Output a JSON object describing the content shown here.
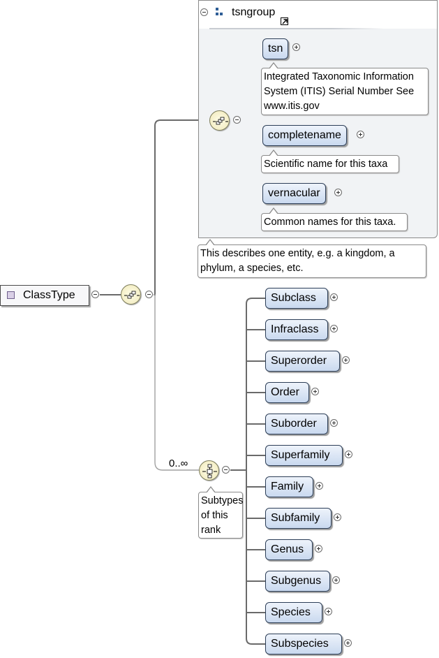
{
  "root": {
    "label": "ClassType"
  },
  "tsngroup": {
    "title": "tsngroup",
    "elements": [
      {
        "name": "tsn",
        "doc": "Integrated Taxonomic Information System (ITIS) Serial Number See www.itis.gov"
      },
      {
        "name": "completename",
        "doc": "Scientific name for this taxa"
      },
      {
        "name": "vernacular",
        "doc": "Common names for this taxa."
      }
    ],
    "doc": "This describes one entity, e.g. a kingdom, a phylum, a species, etc."
  },
  "subtypes": {
    "occurrence": "0..∞",
    "doc": "Subtypes of this rank",
    "elements": [
      "Subclass",
      "Infraclass",
      "Superorder",
      "Order",
      "Suborder",
      "Superfamily",
      "Family",
      "Subfamily",
      "Genus",
      "Subgenus",
      "Species",
      "Subspecies"
    ]
  },
  "colors": {
    "element_fill_top": "#eef3fb",
    "element_fill_bottom": "#c9d9ef",
    "node_fill": "#efe8b8",
    "group_fill": "#f1f3f5"
  }
}
